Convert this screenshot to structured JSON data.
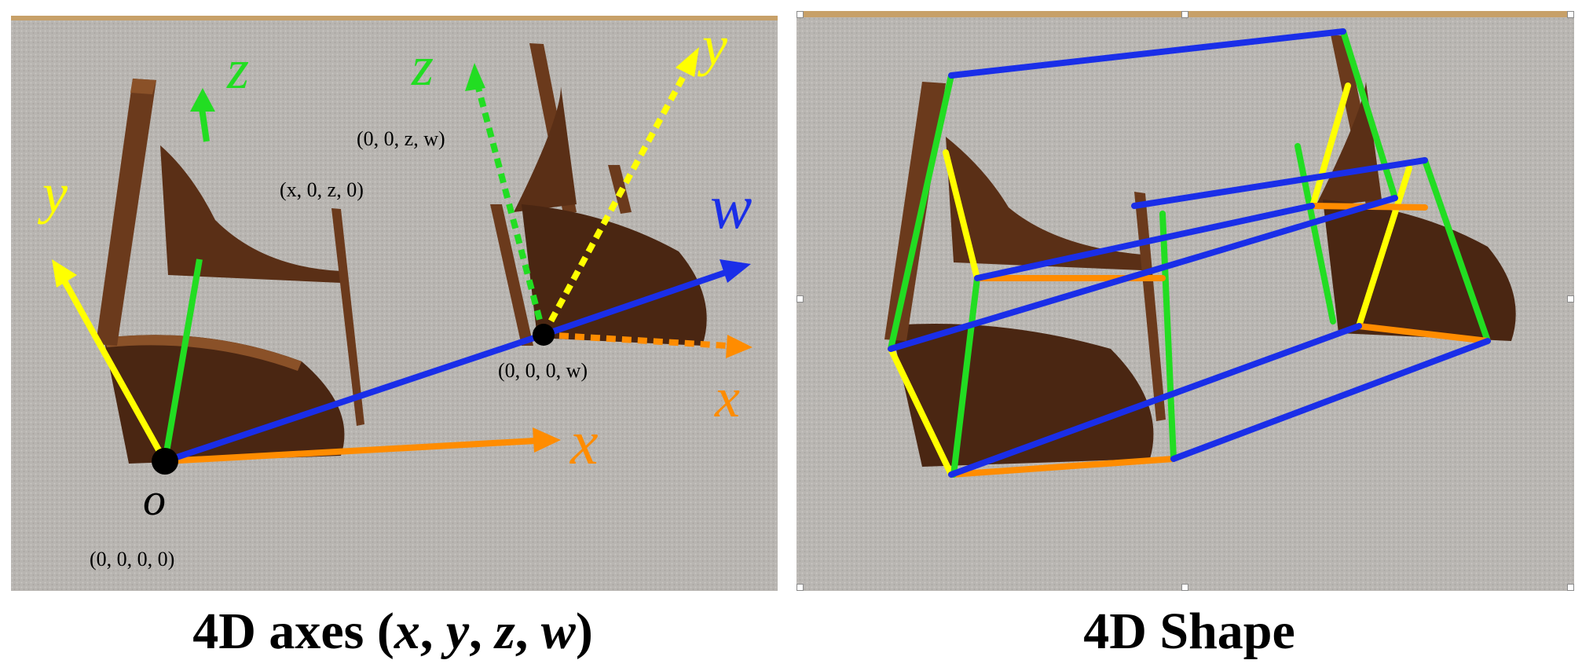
{
  "left_panel": {
    "caption_prefix": "4D axes (",
    "caption_vars": [
      "x",
      "y",
      "z",
      "w"
    ],
    "caption_suffix": ")",
    "axis_labels": {
      "z_origin": "z",
      "y_origin": "y",
      "x_origin": "x",
      "z_w": "z",
      "y_w": "y",
      "w_axis": "w",
      "x_w": "x"
    },
    "origin_letter": "o",
    "coordinates": {
      "origin": "(0, 0, 0, 0)",
      "xz_point": "(x, 0, z, 0)",
      "w_point": "(0, 0, 0, w)",
      "zw_point": "(0, 0, z, w)"
    }
  },
  "right_panel": {
    "caption": "4D Shape"
  },
  "colors": {
    "x_axis": "#ff8c00",
    "y_axis": "#ffff00",
    "z_axis": "#22dd22",
    "w_axis": "#1a2ee8",
    "carpet": "#b9b6b2",
    "wood_dark": "#4a2612",
    "wood_mid": "#6b3a1c",
    "wood_light": "#8a5128",
    "origin_dot": "#000000"
  }
}
